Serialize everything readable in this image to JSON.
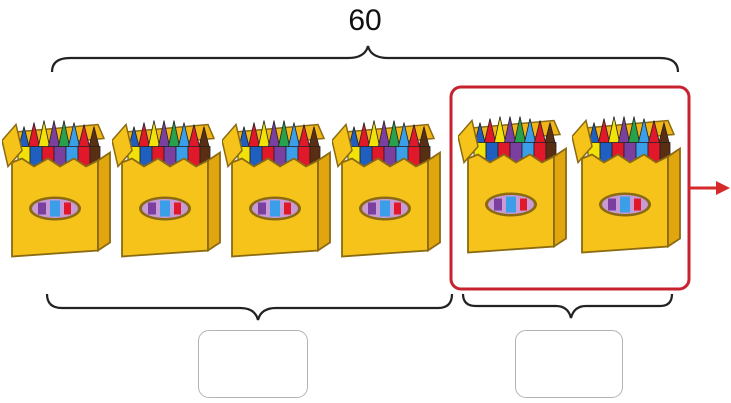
{
  "diagram": {
    "total_label": "60",
    "crayon_box_count": 6,
    "highlighted_box_count": 2,
    "left_answer": "",
    "right_answer": ""
  },
  "colors": {
    "box_yellow": "#f6c31a",
    "box_side": "#e1a50e",
    "box_outline": "#8a6a12",
    "highlight": "#c8222f",
    "arrow": "#d62a2a",
    "bracket": "#222222",
    "answer_border": "#b3b3b3"
  },
  "crayon_colors": [
    "#1f5fbf",
    "#e0182a",
    "#f3e10a",
    "#7b3fa0",
    "#27a24a",
    "#f08a1c",
    "#3b9ee8",
    "#5a2e12"
  ]
}
